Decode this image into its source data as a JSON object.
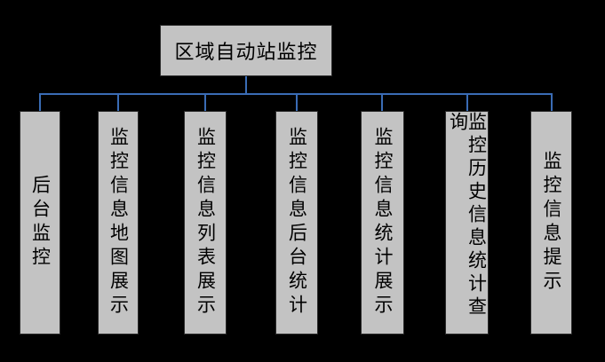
{
  "diagram": {
    "root": {
      "label": "区域自动站监控"
    },
    "children": [
      {
        "label": "后台监控"
      },
      {
        "label": "监控信息地图展示"
      },
      {
        "label": "监控信息列表展示"
      },
      {
        "label": "监控信息后台统计"
      },
      {
        "label": "监控信息统计展示"
      },
      {
        "label": "监控历史信息统计查询"
      },
      {
        "label": "监控信息提示"
      }
    ],
    "colors": {
      "background": "#000000",
      "node_fill": "#c3c3c3",
      "node_border": "#2b2b2b",
      "connector": "#3a6cb5",
      "text": "#000000"
    }
  }
}
